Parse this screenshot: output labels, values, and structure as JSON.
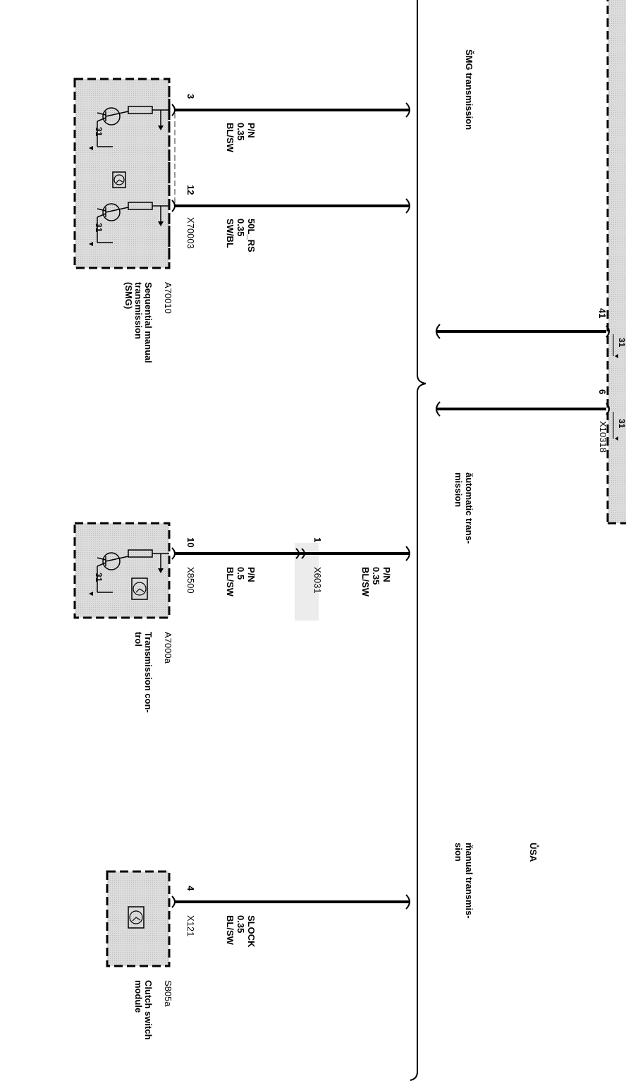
{
  "variants": {
    "smg": "ŠMG transmission",
    "automatic": [
      "ǎutomatic trans-",
      "mission"
    ],
    "manual": [
      "m̌anual transmis-",
      "sion"
    ],
    "usa": "ŮSA"
  },
  "connector_x10318": {
    "name": "X10318",
    "pin_41": "41",
    "pin_6": "6",
    "ground_41": "31",
    "ground_6": "31"
  },
  "smg_module": {
    "id": "A70010",
    "desc": [
      "Sequential manual",
      "transmission",
      "(SMG)"
    ],
    "connector": "X70003",
    "ground_1": "31",
    "ground_2": "31",
    "wire_1": {
      "pin": "3",
      "signal": "P/N",
      "size": "0.35",
      "color": "BL/SW"
    },
    "wire_2": {
      "pin": "12",
      "signal": "50L_RS",
      "size": "0.35",
      "color": "SW/BL"
    }
  },
  "tcu_module": {
    "id": "A7000a",
    "desc": [
      "Transmission con-",
      "trol"
    ],
    "connector": "X8500",
    "ground": "31",
    "wire_a": {
      "pin": "10",
      "signal": "P/N",
      "size": "0.5",
      "color": "BL/SW"
    },
    "splice": {
      "pin": "1",
      "name": "X6031"
    },
    "wire_b": {
      "signal": "P/N",
      "size": "0.35",
      "color": "BL/SW"
    }
  },
  "clutch_module": {
    "id": "S805a",
    "desc": [
      "Clutch switch",
      "module"
    ],
    "connector": "X121",
    "wire": {
      "pin": "4",
      "signal": "SLOCK",
      "size": "0.35",
      "color": "BL/SW"
    }
  }
}
